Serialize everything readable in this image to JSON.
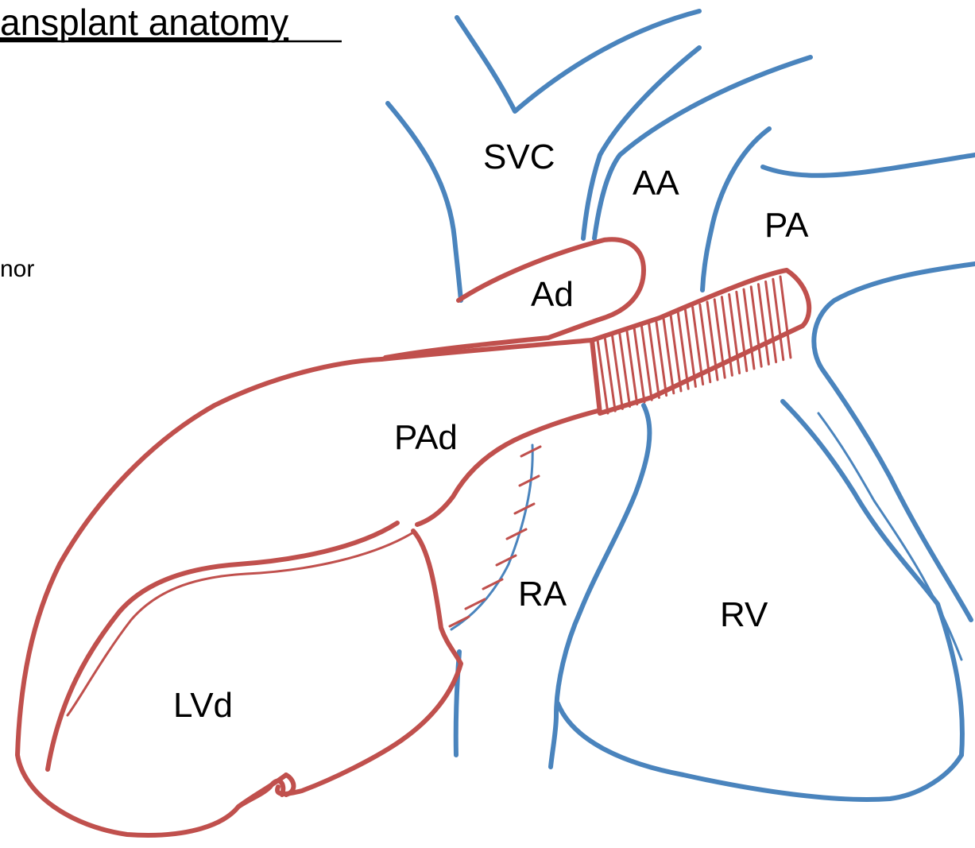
{
  "title": "ansplant anatomy",
  "side_text": "nor",
  "labels": {
    "svc": "SVC",
    "aa": "AA",
    "pa": "PA",
    "ad": "Ad",
    "pad": "PAd",
    "ra": "RA",
    "rv": "RV",
    "lvd": "LVd"
  },
  "colors": {
    "recipient": "#4a84bd",
    "donor": "#c0504d"
  }
}
